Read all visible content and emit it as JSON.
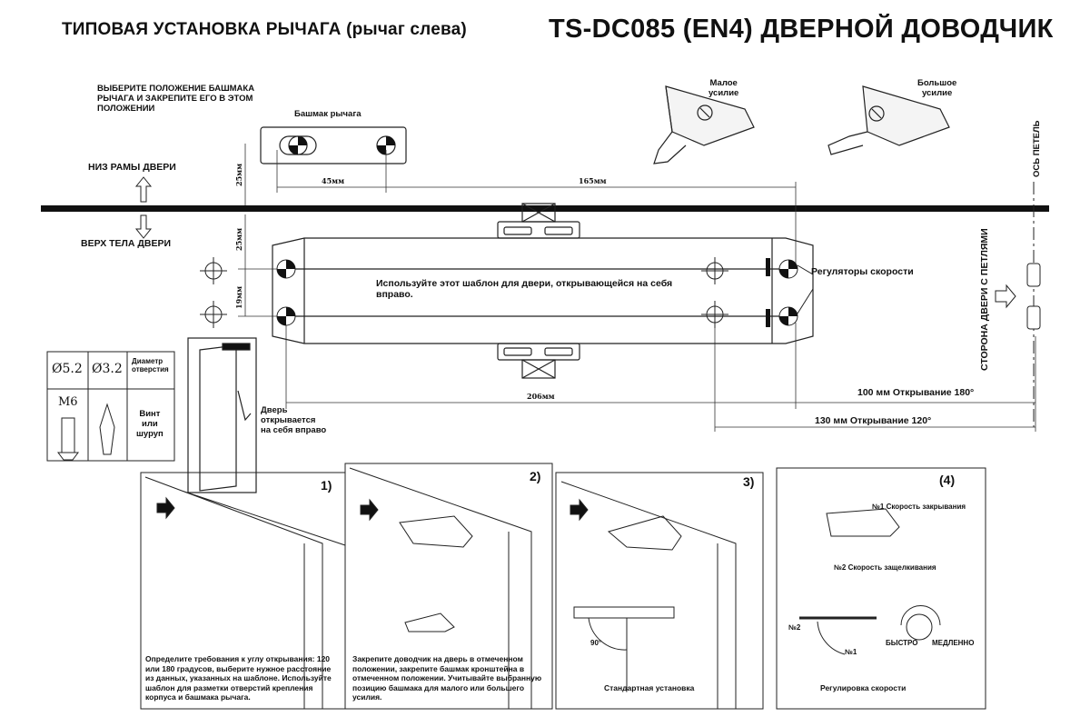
{
  "header": {
    "left_title": "ТИПОВАЯ УСТАНОВКА РЫЧАГА (рычаг слева)",
    "right_title": "TS-DC085 (EN4) ДВЕРНОЙ ДОВОДЧИК"
  },
  "template": {
    "select_shoe_note": "ВЫБЕРИТЕ ПОЛОЖЕНИЕ БАШМАКА РЫЧАГА И ЗАКРЕПИТЕ ЕГО В ЭТОМ ПОЛОЖЕНИИ",
    "shoe_label": "Башмак рычага",
    "frame_bottom": "НИЗ РАМЫ ДВЕРИ",
    "door_top": "ВЕРХ ТЕЛА ДВЕРИ",
    "small_force": "Малое\nусилие",
    "large_force": "Большое\nусилие",
    "hinge_axis": "ОСЬ ПЕТЕЛЬ",
    "hinge_side": "СТОРОНА ДВЕРИ С ПЕТЛЯМИ",
    "center_note": "Используйте этот шаблон для двери, открывающейся на себя вправо.",
    "speed_regulators": "Регуляторы скорости",
    "dim_45": "45мм",
    "dim_165": "165мм",
    "dim_25_top": "25мм",
    "dim_25_mid": "25мм",
    "dim_19": "19мм",
    "dim_206": "206мм",
    "opening_180": "100 мм   Открывание 180°",
    "opening_120": "130 мм   Открывание 120°",
    "door_opens": "Дверь\nоткрывается\nна себя вправо"
  },
  "holes_table": {
    "d1": "Ø5.2",
    "d2": "Ø3.2",
    "hole_label": "Диаметр\nотверстия",
    "m6": "M6",
    "screw_label": "Винт\nили\nшуруп"
  },
  "steps": {
    "s1_num": "1)",
    "s1_text": "Определите требования к углу открывания: 120 или 180 градусов, выберите нужное расстояние из данных, указанных на шаблоне. Используйте шаблон для разметки отверстий крепления корпуса и башмака рычага.",
    "s2_num": "2)",
    "s2_text": "Закрепите доводчик на дверь в отмеченном положении, закрепите башмак кронштейна в отмеченном положении. Учитывайте выбранную позицию башмака для малого или большего усилия.",
    "s3_num": "3)",
    "s3_angle": "90°",
    "s3_caption": "Стандартная установка",
    "s4_num": "(4)",
    "s4_close": "№1 Скорость закрывания",
    "s4_latch": "№2 Скорость защелкивания",
    "s4_n2": "№2",
    "s4_n1": "№1",
    "s4_fast": "БЫСТРО",
    "s4_slow": "МЕДЛЕННО",
    "s4_caption": "Регулировка скорости"
  }
}
